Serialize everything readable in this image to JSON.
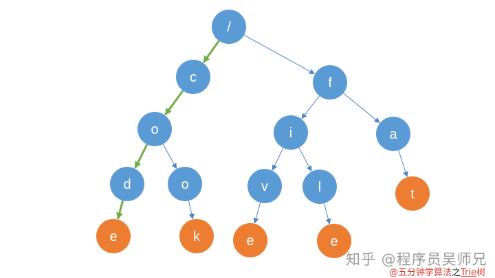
{
  "diagram": {
    "colors": {
      "internal_node": "#5b9bd5",
      "leaf_node": "#ed7d31",
      "edge": "#4a86c5",
      "path_edge": "#70ad47"
    },
    "nodes": [
      {
        "id": "root",
        "label": "/",
        "kind": "internal"
      },
      {
        "id": "c",
        "label": "c",
        "kind": "internal"
      },
      {
        "id": "f",
        "label": "f",
        "kind": "internal"
      },
      {
        "id": "co",
        "label": "o",
        "kind": "internal"
      },
      {
        "id": "fi",
        "label": "i",
        "kind": "internal"
      },
      {
        "id": "fa",
        "label": "a",
        "kind": "internal"
      },
      {
        "id": "cod",
        "label": "d",
        "kind": "internal"
      },
      {
        "id": "coo",
        "label": "o",
        "kind": "internal"
      },
      {
        "id": "fiv",
        "label": "v",
        "kind": "internal"
      },
      {
        "id": "fil",
        "label": "l",
        "kind": "internal"
      },
      {
        "id": "fat",
        "label": "t",
        "kind": "leaf"
      },
      {
        "id": "code",
        "label": "e",
        "kind": "leaf"
      },
      {
        "id": "cook",
        "label": "k",
        "kind": "leaf"
      },
      {
        "id": "five",
        "label": "e",
        "kind": "leaf"
      },
      {
        "id": "file",
        "label": "e",
        "kind": "leaf"
      }
    ],
    "edges": [
      {
        "from": "root",
        "to": "c",
        "highlighted": true
      },
      {
        "from": "root",
        "to": "f",
        "highlighted": false
      },
      {
        "from": "c",
        "to": "co",
        "highlighted": true
      },
      {
        "from": "f",
        "to": "fi",
        "highlighted": false
      },
      {
        "from": "f",
        "to": "fa",
        "highlighted": false
      },
      {
        "from": "co",
        "to": "cod",
        "highlighted": true
      },
      {
        "from": "co",
        "to": "coo",
        "highlighted": false
      },
      {
        "from": "fi",
        "to": "fiv",
        "highlighted": false
      },
      {
        "from": "fi",
        "to": "fil",
        "highlighted": false
      },
      {
        "from": "fa",
        "to": "fat",
        "highlighted": false
      },
      {
        "from": "cod",
        "to": "code",
        "highlighted": true
      },
      {
        "from": "coo",
        "to": "cook",
        "highlighted": false
      },
      {
        "from": "fiv",
        "to": "five",
        "highlighted": false
      },
      {
        "from": "fil",
        "to": "file",
        "highlighted": false
      }
    ]
  },
  "watermark": "知乎 @程序员吴师兄",
  "caption": {
    "prefix": "@五分钟学算法",
    "middle": "之",
    "trie": "Trie",
    "suffix": "树"
  }
}
